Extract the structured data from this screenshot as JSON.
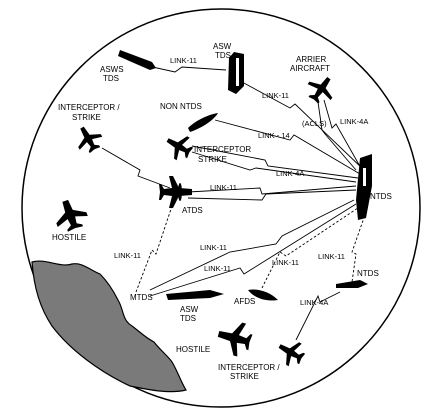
{
  "nodes": {
    "asws_tds": [
      "ASWS",
      "TDS"
    ],
    "asw_tds_top": [
      "ASW",
      "TDS"
    ],
    "carrier_aircraft": [
      "ARRIER",
      "AIRCRAFT"
    ],
    "interceptor_strike_left": [
      "INTERCEPTOR /",
      "STRIKE"
    ],
    "non_ntds": "NON NTDS",
    "interceptor_strike_mid": [
      "INTERCEPTOR",
      "STRIKE"
    ],
    "hostile_left": "HOSTILE",
    "atds": "ATDS",
    "ntds_main": "NTDS",
    "ntds_lower": "NTDS",
    "mtds": "MTDS",
    "asw_tds_bottom": [
      "ASW",
      "TDS"
    ],
    "afds": "AFDS",
    "hostile_bottom": "HOSTILE",
    "interceptor_strike_bottom": [
      "INTERCEPTOR /",
      "STRIKE"
    ]
  },
  "links": {
    "asws_to_asw": "LINK-11",
    "asw_to_ntds": "LINK-11",
    "acls": "(ACLS)",
    "carrier_to_ntds": "LINK-4A",
    "nonntds_to_ntds": "LINK - 14",
    "interceptor_to_ntds": "LINK-4A",
    "atds_to_ntds": "LINK-11",
    "mtds_to_atds": "LINK-11",
    "mtds_to_ntds_a": "LINK-11",
    "mtds_to_ntds_b": "LINK-11",
    "afds_to_ntds": "LINK-11",
    "ntds_to_ntds_lower": "LINK-11",
    "interceptor_bottom": "LINK-4A"
  }
}
